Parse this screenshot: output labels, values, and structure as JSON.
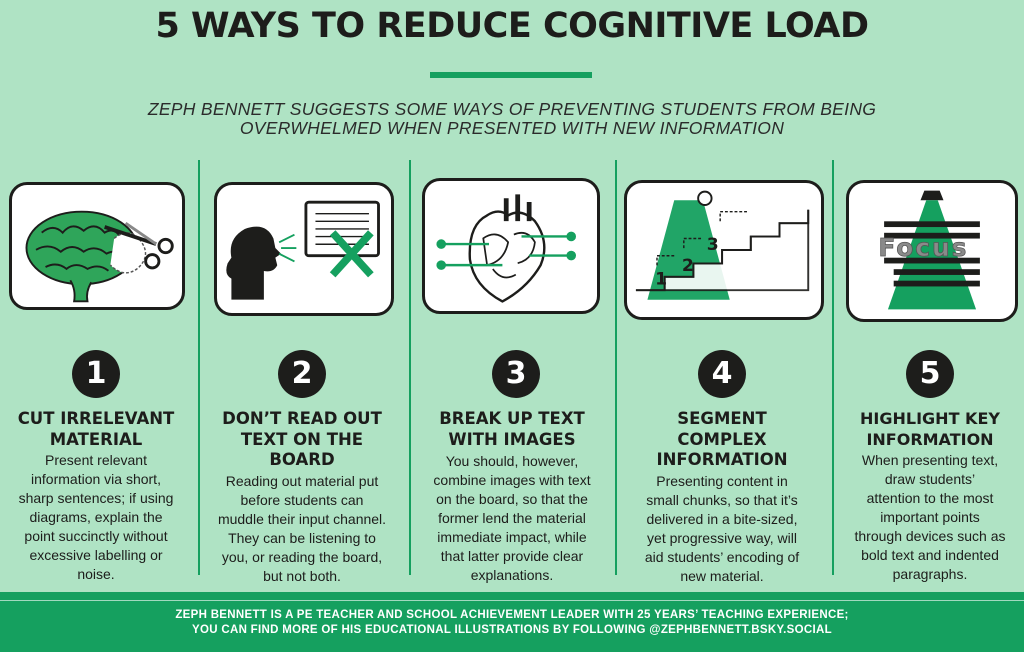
{
  "header": {
    "title": "5 WAYS TO REDUCE COGNITIVE LOAD",
    "subtitle_line1": "ZEPH BENNETT SUGGESTS SOME WAYS OF PREVENTING STUDENTS FROM BEING",
    "subtitle_line2": "OVERWHELMED WHEN PRESENTED WITH NEW INFORMATION"
  },
  "colors": {
    "background": "#afe3c4",
    "accent": "#15a05f",
    "ink": "#1d1d1b"
  },
  "tips": [
    {
      "number": "1",
      "icon": "brain-scissors-icon",
      "title": [
        "CUT IRRELEVANT",
        "MATERIAL"
      ],
      "body": [
        "Present relevant",
        "information via short,",
        "sharp sentences; if using",
        "diagrams, explain the",
        "point succinctly without",
        "excessive labelling or",
        "noise."
      ]
    },
    {
      "number": "2",
      "icon": "speaking-head-board-icon",
      "title": [
        "DON’T READ OUT",
        "TEXT ON THE",
        "BOARD"
      ],
      "body": [
        "Reading out material put",
        "before students can",
        "muddle their input channel.",
        "They can be listening to",
        "you, or reading the board,",
        "but not both."
      ]
    },
    {
      "number": "3",
      "icon": "labelled-heart-diagram-icon",
      "title": [
        "BREAK UP TEXT",
        "WITH IMAGES"
      ],
      "body": [
        "You should, however,",
        "combine images with text",
        "on the board, so that the",
        "former lend the material",
        "immediate impact, while",
        "that latter provide clear",
        "explanations."
      ]
    },
    {
      "number": "4",
      "icon": "numbered-staircase-icon",
      "title": [
        "SEGMENT",
        "COMPLEX",
        "INFORMATION"
      ],
      "body": [
        "Presenting content in",
        "small chunks, so that it’s",
        "delivered in a bite-sized,",
        "yet progressive way, will",
        "aid students’ encoding of",
        "new material."
      ]
    },
    {
      "number": "5",
      "icon": "spotlight-focus-icon",
      "title": [
        "HIGHLIGHT KEY",
        "INFORMATION"
      ],
      "body": [
        "When presenting text,",
        "draw students’",
        "attention to the most",
        "important points",
        "through devices such as",
        "bold text and indented",
        "paragraphs."
      ]
    }
  ],
  "illustration_text": {
    "stair_steps": [
      "1",
      "2",
      "3"
    ],
    "focus_word": "Focus"
  },
  "footer": {
    "line1": "ZEPH BENNETT IS A PE TEACHER AND SCHOOL ACHIEVEMENT LEADER WITH 25 YEARS’ TEACHING EXPERIENCE;",
    "line2": "YOU CAN FIND MORE OF HIS EDUCATIONAL ILLUSTRATIONS BY FOLLOWING @ZEPHBENNETT.BSKY.SOCIAL"
  }
}
